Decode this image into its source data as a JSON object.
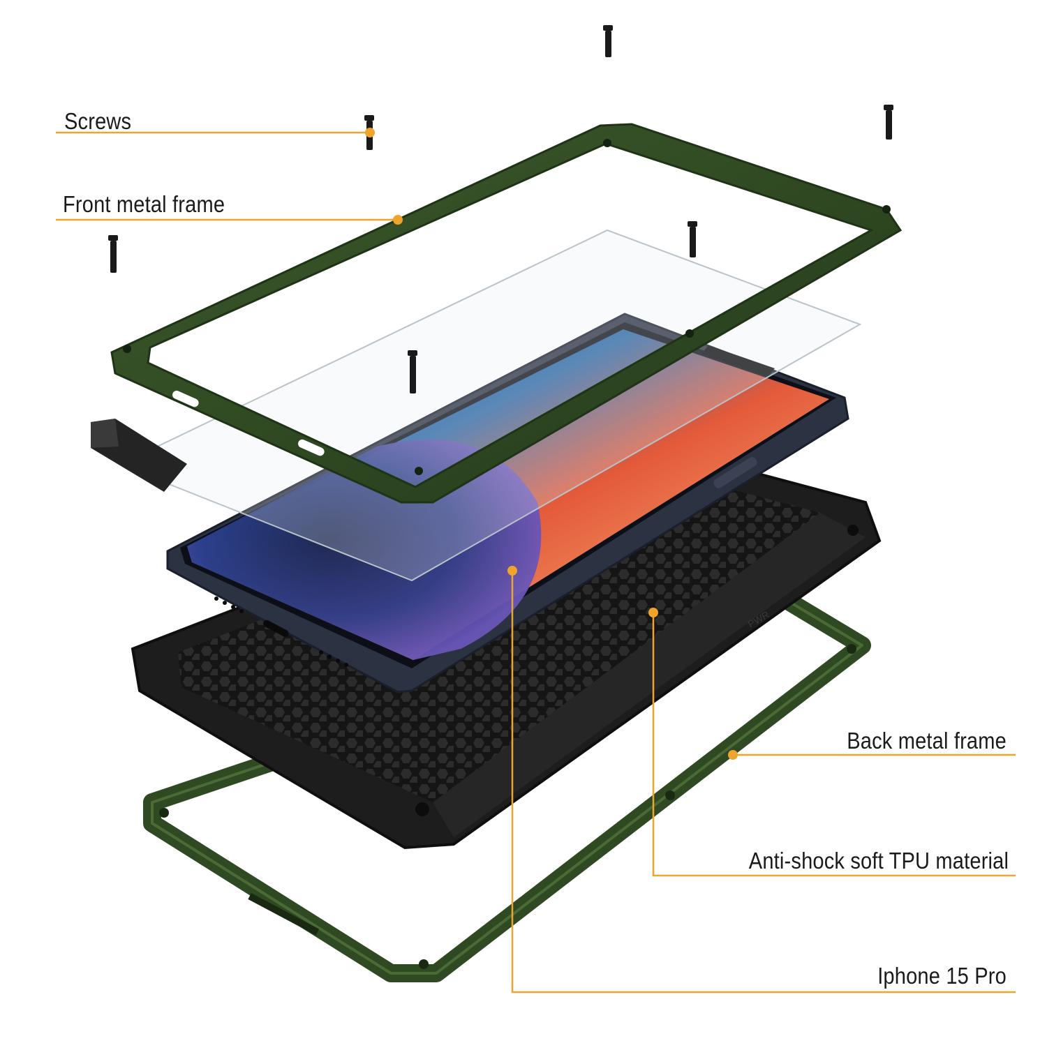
{
  "callouts": {
    "screws": "Screws",
    "front_frame": "Front metal frame",
    "back_frame": "Back metal frame",
    "tpu": "Anti-shock soft TPU material",
    "phone": "Iphone 15 Pro"
  },
  "phone_port_label": "PWR",
  "colors": {
    "callout_line": "#f0a52a",
    "frame_green": "#2f4a22",
    "frame_green_light": "#4a6b36",
    "tpu_black": "#1d1d1d",
    "phone_body": "#2b3242",
    "background": "#ffffff"
  }
}
